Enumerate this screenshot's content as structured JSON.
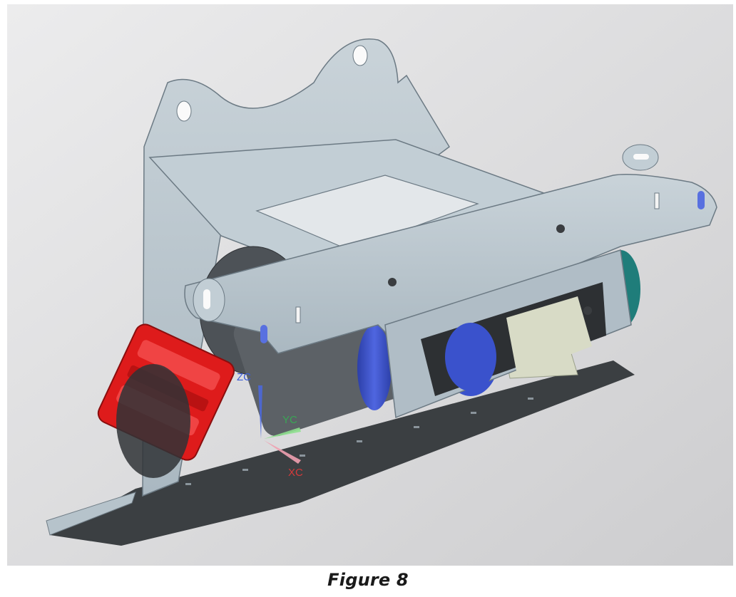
{
  "figure": {
    "caption": "Figure 8",
    "axes": {
      "zc_label": "ZC",
      "yc_label": "YC",
      "xc_label": "XC",
      "zc_color": "#3b5bd6",
      "yc_color": "#3aa655",
      "xc_color": "#d43a3a"
    },
    "colors": {
      "viewport_bg_top": "#e9e9ea",
      "viewport_bg_bottom": "#cfcfd1",
      "bracket": "#b7c4cc",
      "bracket_dark": "#8796a0",
      "bracket_light": "#d4dde2",
      "winch_drum": "#3d54c8",
      "winch_body": "#555a60",
      "control_box": "#e01a1a",
      "motor_teal": "#1f7d7a",
      "base_plate": "#3f4346"
    }
  }
}
